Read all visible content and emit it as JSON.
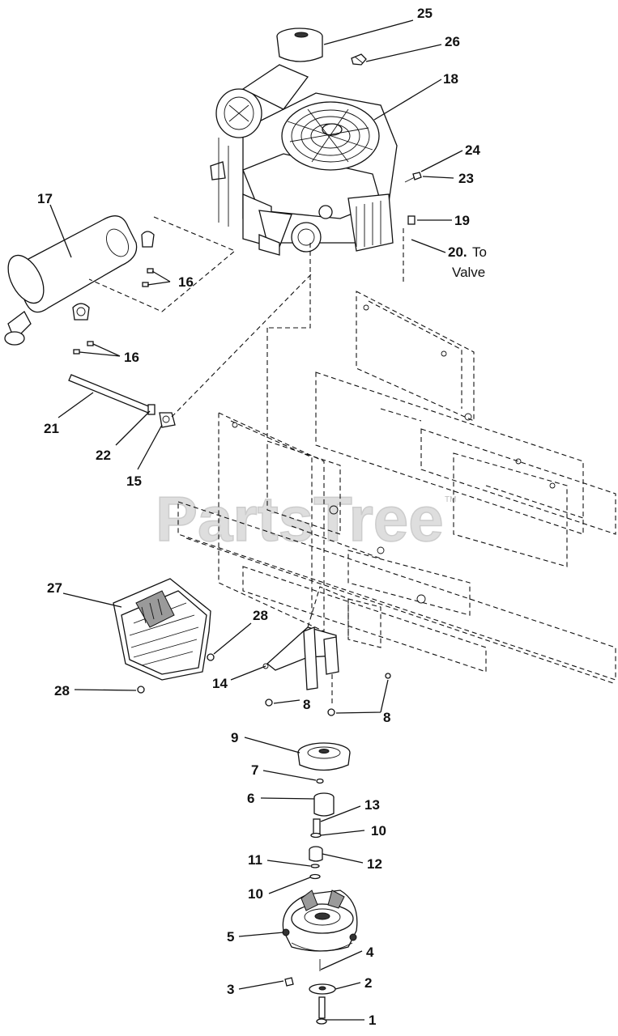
{
  "watermark": {
    "text": "PartsTree",
    "trademark": "TM"
  },
  "callouts": [
    {
      "id": "25",
      "text": "25"
    },
    {
      "id": "26",
      "text": "26"
    },
    {
      "id": "18",
      "text": "18"
    },
    {
      "id": "24",
      "text": "24"
    },
    {
      "id": "23",
      "text": "23"
    },
    {
      "id": "19",
      "text": "19"
    },
    {
      "id": "20",
      "text": "20.",
      "note_line1": "To",
      "note_line2": "Valve"
    },
    {
      "id": "17",
      "text": "17"
    },
    {
      "id": "16a",
      "text": "16"
    },
    {
      "id": "16b",
      "text": "16"
    },
    {
      "id": "21",
      "text": "21"
    },
    {
      "id": "22",
      "text": "22"
    },
    {
      "id": "15",
      "text": "15"
    },
    {
      "id": "27",
      "text": "27"
    },
    {
      "id": "28a",
      "text": "28"
    },
    {
      "id": "28b",
      "text": "28"
    },
    {
      "id": "14",
      "text": "14"
    },
    {
      "id": "8a",
      "text": "8"
    },
    {
      "id": "8b",
      "text": "8"
    },
    {
      "id": "9",
      "text": "9"
    },
    {
      "id": "7",
      "text": "7"
    },
    {
      "id": "6",
      "text": "6"
    },
    {
      "id": "13",
      "text": "13"
    },
    {
      "id": "10a",
      "text": "10"
    },
    {
      "id": "11",
      "text": "11"
    },
    {
      "id": "12",
      "text": "12"
    },
    {
      "id": "10b",
      "text": "10"
    },
    {
      "id": "5",
      "text": "5"
    },
    {
      "id": "4",
      "text": "4"
    },
    {
      "id": "3",
      "text": "3"
    },
    {
      "id": "2",
      "text": "2"
    },
    {
      "id": "1",
      "text": "1"
    }
  ]
}
